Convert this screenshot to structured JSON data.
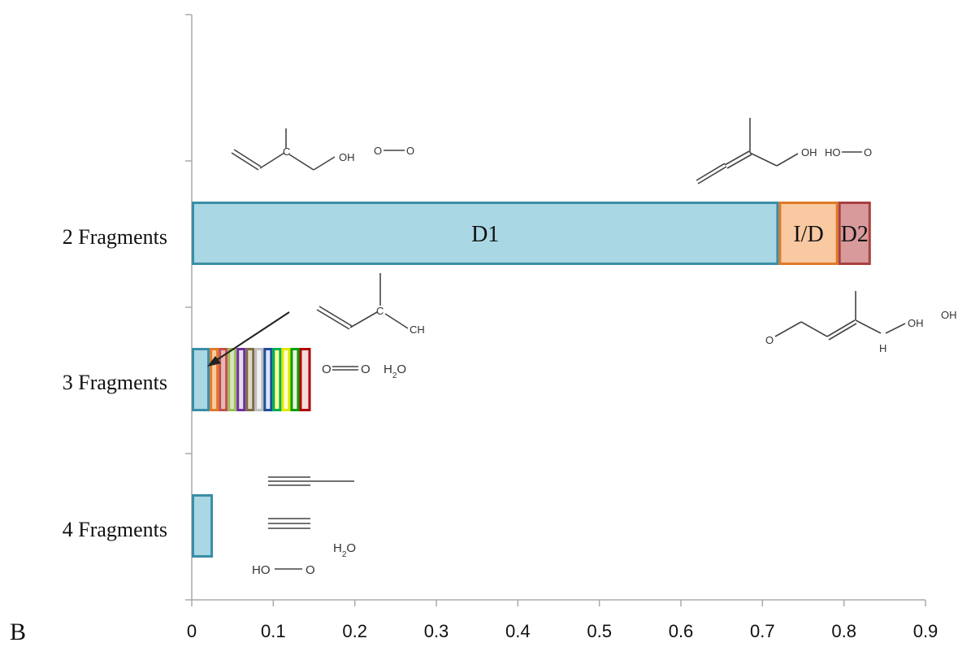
{
  "panel_label": "B",
  "colors": {
    "blue_fill": "#a9d7e3",
    "blue_stroke": "#3b8da6",
    "orange_fill": "#f9c9a2",
    "orange_stroke": "#e07a27",
    "red_fill": "#d99a9c",
    "red_stroke": "#a9403f",
    "axis": "#aaaaaa"
  },
  "chart_data": {
    "type": "bar",
    "orientation": "horizontal",
    "stacked": true,
    "categories": [
      "2 Fragments",
      "3 Fragments",
      "4 Fragments"
    ],
    "xlim": [
      0,
      0.9
    ],
    "xticks": [
      "0",
      "0.1",
      "0.2",
      "0.3",
      "0.4",
      "0.5",
      "0.6",
      "0.7",
      "0.8",
      "0.9"
    ],
    "xtick_values": [
      0,
      0.1,
      0.2,
      0.3,
      0.4,
      0.5,
      0.6,
      0.7,
      0.8,
      0.9
    ],
    "grid": false,
    "legend": "none",
    "series": [
      {
        "category": "2 Fragments",
        "segments": [
          {
            "label": "D1",
            "value": 0.72,
            "fill": "#a9d7e3",
            "stroke": "#3b8da6"
          },
          {
            "label": "I/D",
            "value": 0.073,
            "fill": "#f9c9a2",
            "stroke": "#e07a27"
          },
          {
            "label": "D2",
            "value": 0.04,
            "fill": "#d99a9c",
            "stroke": "#a9403f"
          }
        ]
      },
      {
        "category": "3 Fragments",
        "segments": [
          {
            "label": "",
            "value": 0.022,
            "fill": "#a9d7e3",
            "stroke": "#3b8da6"
          },
          {
            "label": "",
            "value": 0.011,
            "fill": "#f9c9a2",
            "stroke": "#e07a27"
          },
          {
            "label": "",
            "value": 0.011,
            "fill": "#e6b8b7",
            "stroke": "#c0504d"
          },
          {
            "label": "",
            "value": 0.011,
            "fill": "#d7e4bd",
            "stroke": "#9bbb59"
          },
          {
            "label": "",
            "value": 0.011,
            "fill": "#e4dfec",
            "stroke": "#7030a0"
          },
          {
            "label": "",
            "value": 0.011,
            "fill": "#ddd9c3",
            "stroke": "#7f6a4a"
          },
          {
            "label": "",
            "value": 0.011,
            "fill": "#f2f2f2",
            "stroke": "#bfbfbf"
          },
          {
            "label": "",
            "value": 0.011,
            "fill": "#dce6f2",
            "stroke": "#1f4e9b"
          },
          {
            "label": "",
            "value": 0.011,
            "fill": "#ffff99",
            "stroke": "#00b050"
          },
          {
            "label": "",
            "value": 0.011,
            "fill": "#ffffcc",
            "stroke": "#e5e600"
          },
          {
            "label": "",
            "value": 0.011,
            "fill": "#ebf1de",
            "stroke": "#00a000"
          },
          {
            "label": "",
            "value": 0.014,
            "fill": "#f2dcdb",
            "stroke": "#b00000"
          }
        ]
      },
      {
        "category": "4 Fragments",
        "segments": [
          {
            "label": "",
            "value": 0.026,
            "fill": "#a9d7e3",
            "stroke": "#3b8da6"
          }
        ]
      }
    ],
    "annotations": {
      "mol_2frag_left": {
        "oh": "OH",
        "c": "C",
        "oo_left": "O",
        "oo_right": "O"
      },
      "mol_2frag_right": {
        "oh": "OH",
        "ho": "HO",
        "o": "O"
      },
      "mol_3frag_left": {
        "c": "C",
        "ch": "CH",
        "o1": "O",
        "o2": "O",
        "h2o": "H2O"
      },
      "mol_3frag_right": {
        "o": "O",
        "oh": "OH",
        "h": "H",
        "oh2": "OH"
      },
      "mol_4frag": {
        "h2o": "H2O",
        "ho": "HO",
        "o": "O"
      }
    }
  }
}
